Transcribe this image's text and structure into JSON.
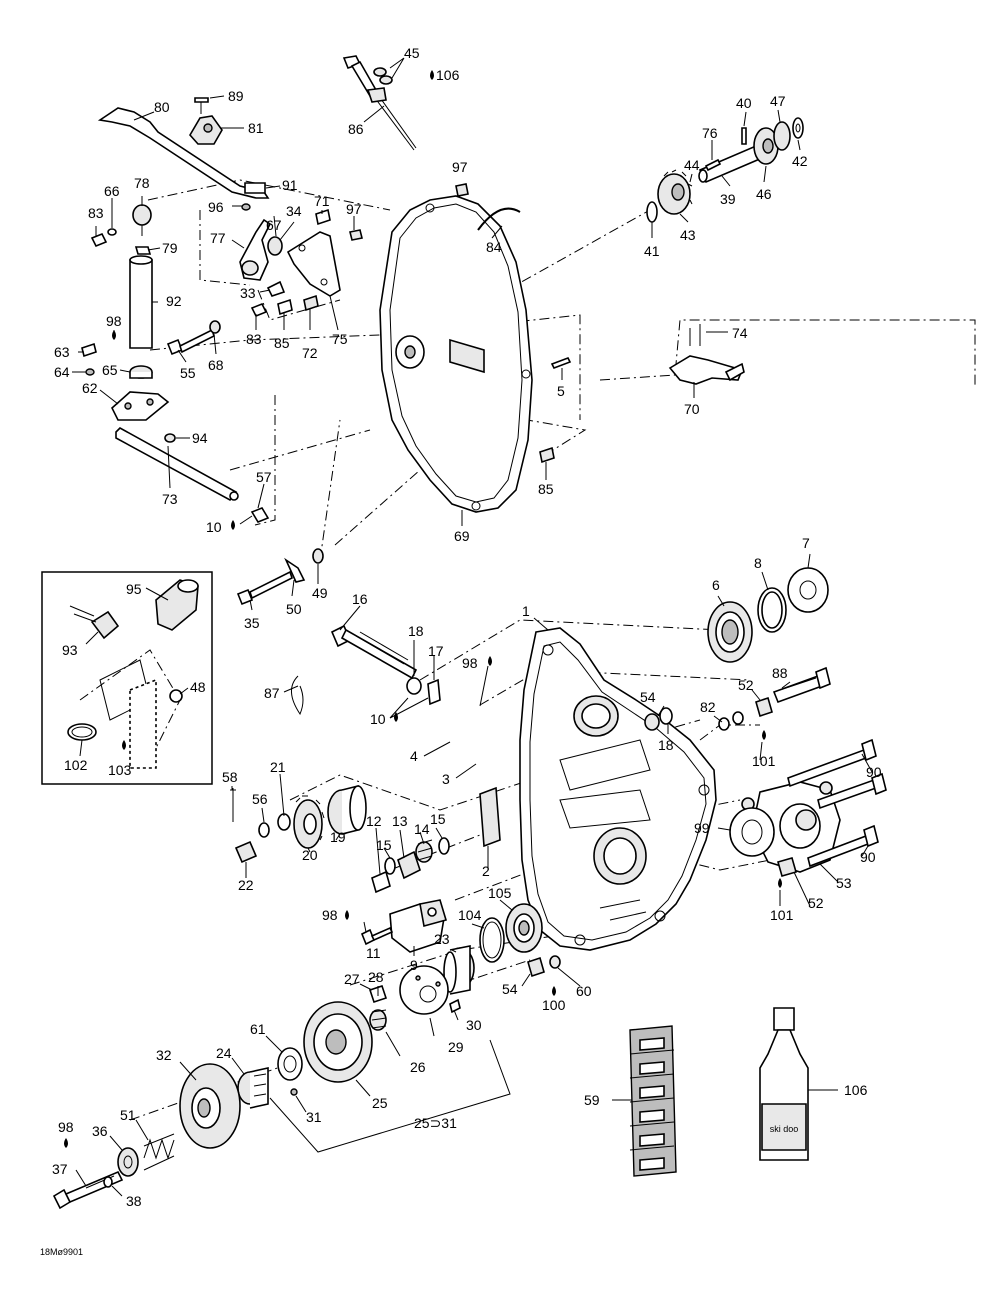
{
  "diagram_code": "18Mø9901",
  "callouts": [
    {
      "id": "c45",
      "text": "45"
    },
    {
      "id": "c106a",
      "text": "106"
    },
    {
      "id": "c86",
      "text": "86"
    },
    {
      "id": "c89",
      "text": "89"
    },
    {
      "id": "c80",
      "text": "80"
    },
    {
      "id": "c81",
      "text": "81"
    },
    {
      "id": "c91",
      "text": "91"
    },
    {
      "id": "c66",
      "text": "66"
    },
    {
      "id": "c78",
      "text": "78"
    },
    {
      "id": "c83a",
      "text": "83"
    },
    {
      "id": "c96",
      "text": "96"
    },
    {
      "id": "c34",
      "text": "34"
    },
    {
      "id": "c71",
      "text": "71"
    },
    {
      "id": "c97a",
      "text": "97"
    },
    {
      "id": "c97b",
      "text": "97"
    },
    {
      "id": "c77",
      "text": "77"
    },
    {
      "id": "c67",
      "text": "67"
    },
    {
      "id": "c79",
      "text": "79"
    },
    {
      "id": "c33",
      "text": "33"
    },
    {
      "id": "c92",
      "text": "92"
    },
    {
      "id": "c83b",
      "text": "83"
    },
    {
      "id": "c85a",
      "text": "85"
    },
    {
      "id": "c72",
      "text": "72"
    },
    {
      "id": "c75",
      "text": "75"
    },
    {
      "id": "c84",
      "text": "84"
    },
    {
      "id": "c98a",
      "text": "98"
    },
    {
      "id": "c63",
      "text": "63"
    },
    {
      "id": "c55",
      "text": "55"
    },
    {
      "id": "c68",
      "text": "68"
    },
    {
      "id": "c64",
      "text": "64"
    },
    {
      "id": "c65",
      "text": "65"
    },
    {
      "id": "c62",
      "text": "62"
    },
    {
      "id": "c94",
      "text": "94"
    },
    {
      "id": "c73",
      "text": "73"
    },
    {
      "id": "c57",
      "text": "57"
    },
    {
      "id": "c10a",
      "text": "10"
    },
    {
      "id": "c69",
      "text": "69"
    },
    {
      "id": "c85b",
      "text": "85"
    },
    {
      "id": "c5",
      "text": "5"
    },
    {
      "id": "c70",
      "text": "70"
    },
    {
      "id": "c74",
      "text": "74"
    },
    {
      "id": "c40",
      "text": "40"
    },
    {
      "id": "c47",
      "text": "47"
    },
    {
      "id": "c76",
      "text": "76"
    },
    {
      "id": "c44",
      "text": "44"
    },
    {
      "id": "c42",
      "text": "42"
    },
    {
      "id": "c39",
      "text": "39"
    },
    {
      "id": "c46",
      "text": "46"
    },
    {
      "id": "c41",
      "text": "41"
    },
    {
      "id": "c43",
      "text": "43"
    },
    {
      "id": "c95",
      "text": "95"
    },
    {
      "id": "c93",
      "text": "93"
    },
    {
      "id": "c48",
      "text": "48"
    },
    {
      "id": "c102",
      "text": "102"
    },
    {
      "id": "c103",
      "text": "103"
    },
    {
      "id": "c35",
      "text": "35"
    },
    {
      "id": "c50",
      "text": "50"
    },
    {
      "id": "c49",
      "text": "49"
    },
    {
      "id": "c16",
      "text": "16"
    },
    {
      "id": "c87",
      "text": "87"
    },
    {
      "id": "c18a",
      "text": "18"
    },
    {
      "id": "c17",
      "text": "17"
    },
    {
      "id": "c10b",
      "text": "10"
    },
    {
      "id": "c98b",
      "text": "98"
    },
    {
      "id": "c4",
      "text": "4"
    },
    {
      "id": "c3",
      "text": "3"
    },
    {
      "id": "c1",
      "text": "1"
    },
    {
      "id": "c6",
      "text": "6"
    },
    {
      "id": "c8",
      "text": "8"
    },
    {
      "id": "c7",
      "text": "7"
    },
    {
      "id": "c88",
      "text": "88"
    },
    {
      "id": "c52a",
      "text": "52"
    },
    {
      "id": "c54a",
      "text": "54"
    },
    {
      "id": "c82",
      "text": "82"
    },
    {
      "id": "c18b",
      "text": "18"
    },
    {
      "id": "c101a",
      "text": "101"
    },
    {
      "id": "c90a",
      "text": "90"
    },
    {
      "id": "c99",
      "text": "99"
    },
    {
      "id": "c90b",
      "text": "90"
    },
    {
      "id": "c53",
      "text": "53"
    },
    {
      "id": "c101b",
      "text": "101"
    },
    {
      "id": "c52b",
      "text": "52"
    },
    {
      "id": "c58",
      "text": "58"
    },
    {
      "id": "c21",
      "text": "21"
    },
    {
      "id": "c56",
      "text": "56"
    },
    {
      "id": "c19",
      "text": "19"
    },
    {
      "id": "c20",
      "text": "20"
    },
    {
      "id": "c22",
      "text": "22"
    },
    {
      "id": "c12",
      "text": "12"
    },
    {
      "id": "c13",
      "text": "13"
    },
    {
      "id": "c14",
      "text": "14"
    },
    {
      "id": "c15a",
      "text": "15"
    },
    {
      "id": "c15b",
      "text": "15"
    },
    {
      "id": "c2",
      "text": "2"
    },
    {
      "id": "c98c",
      "text": "98"
    },
    {
      "id": "c11",
      "text": "11"
    },
    {
      "id": "c9",
      "text": "9"
    },
    {
      "id": "c105",
      "text": "105"
    },
    {
      "id": "c104",
      "text": "104"
    },
    {
      "id": "c23",
      "text": "23"
    },
    {
      "id": "c54b",
      "text": "54"
    },
    {
      "id": "c100",
      "text": "100"
    },
    {
      "id": "c60",
      "text": "60"
    },
    {
      "id": "c27",
      "text": "27"
    },
    {
      "id": "c28",
      "text": "28"
    },
    {
      "id": "c30",
      "text": "30"
    },
    {
      "id": "c29",
      "text": "29"
    },
    {
      "id": "c61",
      "text": "61"
    },
    {
      "id": "c26",
      "text": "26"
    },
    {
      "id": "c32",
      "text": "32"
    },
    {
      "id": "c24",
      "text": "24"
    },
    {
      "id": "c25a",
      "text": "25"
    },
    {
      "id": "c31",
      "text": "31"
    },
    {
      "id": "c25range",
      "text": "25⊃31"
    },
    {
      "id": "c98d",
      "text": "98"
    },
    {
      "id": "c36",
      "text": "36"
    },
    {
      "id": "c51",
      "text": "51"
    },
    {
      "id": "c37",
      "text": "37"
    },
    {
      "id": "c38",
      "text": "38"
    },
    {
      "id": "c59",
      "text": "59"
    },
    {
      "id": "c106b",
      "text": "106"
    }
  ],
  "bottle_label": "ski doo"
}
